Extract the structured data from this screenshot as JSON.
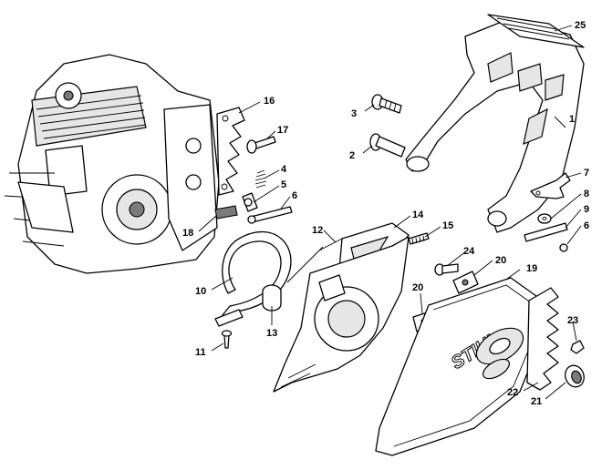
{
  "parts": {
    "p1": "1",
    "p2": "2",
    "p3": "3",
    "p4": "4",
    "p5": "5",
    "p6a": "6",
    "p6b": "6",
    "p7": "7",
    "p8": "8",
    "p9": "9",
    "p10": "10",
    "p11": "11",
    "p12": "12",
    "p13": "13",
    "p14": "14",
    "p15": "15",
    "p16": "16",
    "p17": "17",
    "p18": "18",
    "p19": "19",
    "p20a": "20",
    "p20b": "20",
    "p21": "21",
    "p22": "22",
    "p23": "23",
    "p24": "24",
    "p25": "25"
  },
  "cover_logo": "STIHL"
}
